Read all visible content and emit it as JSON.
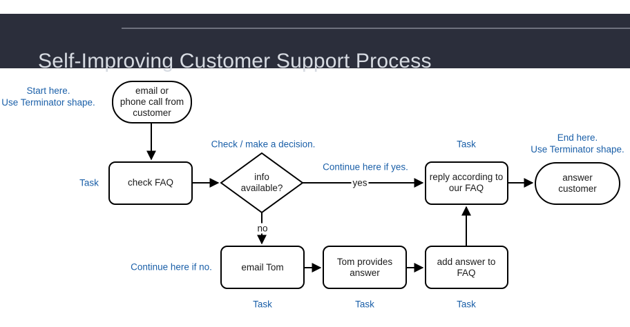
{
  "header": {
    "title": "Self-Improving Customer Support Process",
    "background_color": "#2b2e3b",
    "title_color": "#d7dbe2"
  },
  "colors": {
    "annotation_blue": "#1a5fa8",
    "shape_stroke": "#000000",
    "shape_fill": "#ffffff",
    "page_background": "#ffffff"
  },
  "diagram": {
    "type": "flowchart",
    "nodes": [
      {
        "id": "start",
        "shape": "terminator",
        "label": "email or\nphone call from\ncustomer"
      },
      {
        "id": "check_faq",
        "shape": "task",
        "label": "check FAQ"
      },
      {
        "id": "decision",
        "shape": "decision",
        "label": "info\navailable?"
      },
      {
        "id": "reply_faq",
        "shape": "task",
        "label": "reply according to\nour FAQ"
      },
      {
        "id": "answer_cust",
        "shape": "terminator",
        "label": "answer\ncustomer"
      },
      {
        "id": "email_tom",
        "shape": "task",
        "label": "email Tom"
      },
      {
        "id": "tom_answer",
        "shape": "task",
        "label": "Tom provides\nanswer"
      },
      {
        "id": "add_to_faq",
        "shape": "task",
        "label": "add answer to\nFAQ"
      }
    ],
    "edges": [
      {
        "from": "start",
        "to": "check_faq",
        "label": ""
      },
      {
        "from": "check_faq",
        "to": "decision",
        "label": ""
      },
      {
        "from": "decision",
        "to": "reply_faq",
        "label": "yes"
      },
      {
        "from": "decision",
        "to": "email_tom",
        "label": "no"
      },
      {
        "from": "reply_faq",
        "to": "answer_cust",
        "label": ""
      },
      {
        "from": "email_tom",
        "to": "tom_answer",
        "label": ""
      },
      {
        "from": "tom_answer",
        "to": "add_to_faq",
        "label": ""
      },
      {
        "from": "add_to_faq",
        "to": "reply_faq",
        "label": ""
      }
    ],
    "edge_labels": {
      "yes": "yes",
      "no": "no"
    },
    "annotations": {
      "start_note": "Start here.\nUse Terminator shape.",
      "task_left": "Task",
      "decision_note": "Check / make a decision.",
      "yes_note": "Continue here if yes.",
      "task_reply": "Task",
      "end_note": "End here.\nUse Terminator shape.",
      "no_note": "Continue here if no.",
      "task_email_tom": "Task",
      "task_tom_answer": "Task",
      "task_add_faq": "Task"
    }
  }
}
